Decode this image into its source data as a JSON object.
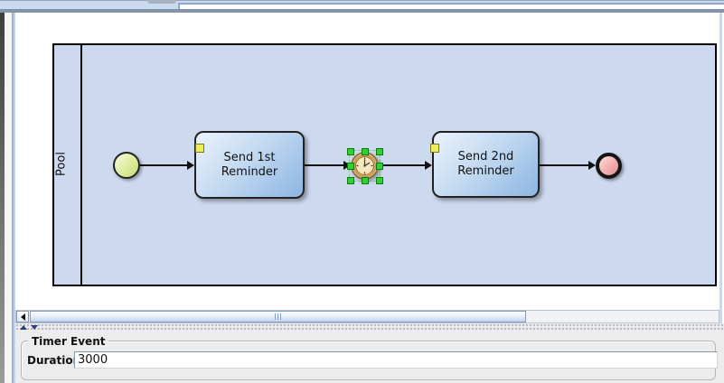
{
  "diagram": {
    "pool_label": "Pool",
    "tasks": [
      {
        "label": "Send 1st\nReminder"
      },
      {
        "label": "Send 2nd\nReminder"
      }
    ],
    "selected_element": "timer-event"
  },
  "properties_panel": {
    "group_title": "Timer Event",
    "duration_label": "Duration",
    "duration_value": "3000"
  },
  "colors": {
    "pool_fill": "#cdd9ee",
    "task_fill_top": "#eaf3fc",
    "task_fill_bottom": "#8db5e2",
    "task_marker": "#eded5a",
    "start_event_fill": "#dcec9e",
    "end_event_fill": "#f0a9a9",
    "selection_handle": "#2fd32f",
    "timer_ring": "#e9bd7e",
    "timer_face": "#f8e6bc",
    "toolbar_strip": "#c9daf1",
    "props_background": "#ececec"
  }
}
